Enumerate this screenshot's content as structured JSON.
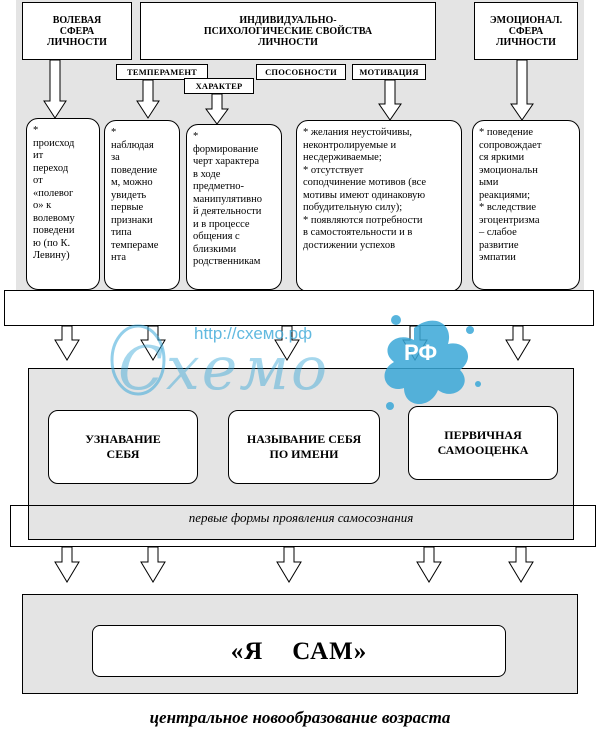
{
  "top_headers": {
    "volitional": [
      "ВОЛЕВАЯ",
      "СФЕРА",
      "ЛИЧНОСТИ"
    ],
    "individual": [
      "ИНДИВИДУАЛЬНО-",
      "ПСИХОЛОГИЧЕСКИЕ СВОЙСТВА",
      "ЛИЧНОСТИ"
    ],
    "emotional": [
      "ЭМОЦИОНАЛ.",
      "СФЕРА",
      "ЛИЧНОСТИ"
    ]
  },
  "tags": {
    "temperament": "ТЕМПЕРАМЕНТ",
    "character": "ХАРАКТЕР",
    "abilities": "СПОСОБНОСТИ",
    "motivation": "МОТИВАЦИЯ"
  },
  "detail_boxes": {
    "volitional": [
      "*",
      "происход",
      "ит",
      "переход",
      "от",
      "«полевог",
      "о» к",
      "волевому",
      "поведени",
      "ю (по К.",
      "Левину)"
    ],
    "temperament": [
      "*",
      "наблюдая",
      "за",
      "поведение",
      "м, можно",
      "увидеть",
      "первые",
      "признаки",
      "типа",
      "темпераме",
      "нта"
    ],
    "character": [
      "*",
      "формирование",
      "черт характера",
      "в ходе",
      "предметно-",
      "манипулятивно",
      "й деятельности",
      "и в процессе",
      "общения с",
      "близкими",
      "родственникам"
    ],
    "motivation": [
      "* желания неустойчивы,",
      "неконтролируемые и",
      "несдерживаемые;",
      "* отсутствует",
      "соподчинение мотивов (все",
      "мотивы имеют одинаковую",
      "побудительную силу);",
      "* появляются потребности",
      "в самостоятельности и в",
      "достижении успехов"
    ],
    "emotional": [
      "* поведение",
      "сопровождает",
      "ся яркими",
      "эмоциональн",
      "ыми",
      "реакциями;",
      "* вследствие",
      "эгоцентризма",
      "– слабое",
      "развитие",
      "эмпатии"
    ]
  },
  "forms": {
    "recognition": [
      "УЗНАВАНИЕ",
      "СЕБЯ"
    ],
    "naming": [
      "НАЗЫВАНИЕ СЕБЯ",
      "ПО ИМЕНИ"
    ],
    "self_esteem": [
      "ПЕРВИЧНАЯ",
      "САМООЦЕНКА"
    ],
    "caption": "первые формы проявления  самосознания"
  },
  "result": {
    "label": "«Я    САМ»",
    "caption": "центральное  новообразование возраста"
  },
  "watermark": {
    "url": "http://схемо.рф",
    "logo": "Схемо",
    "badge": "РФ",
    "color": "#3aa8d8"
  }
}
